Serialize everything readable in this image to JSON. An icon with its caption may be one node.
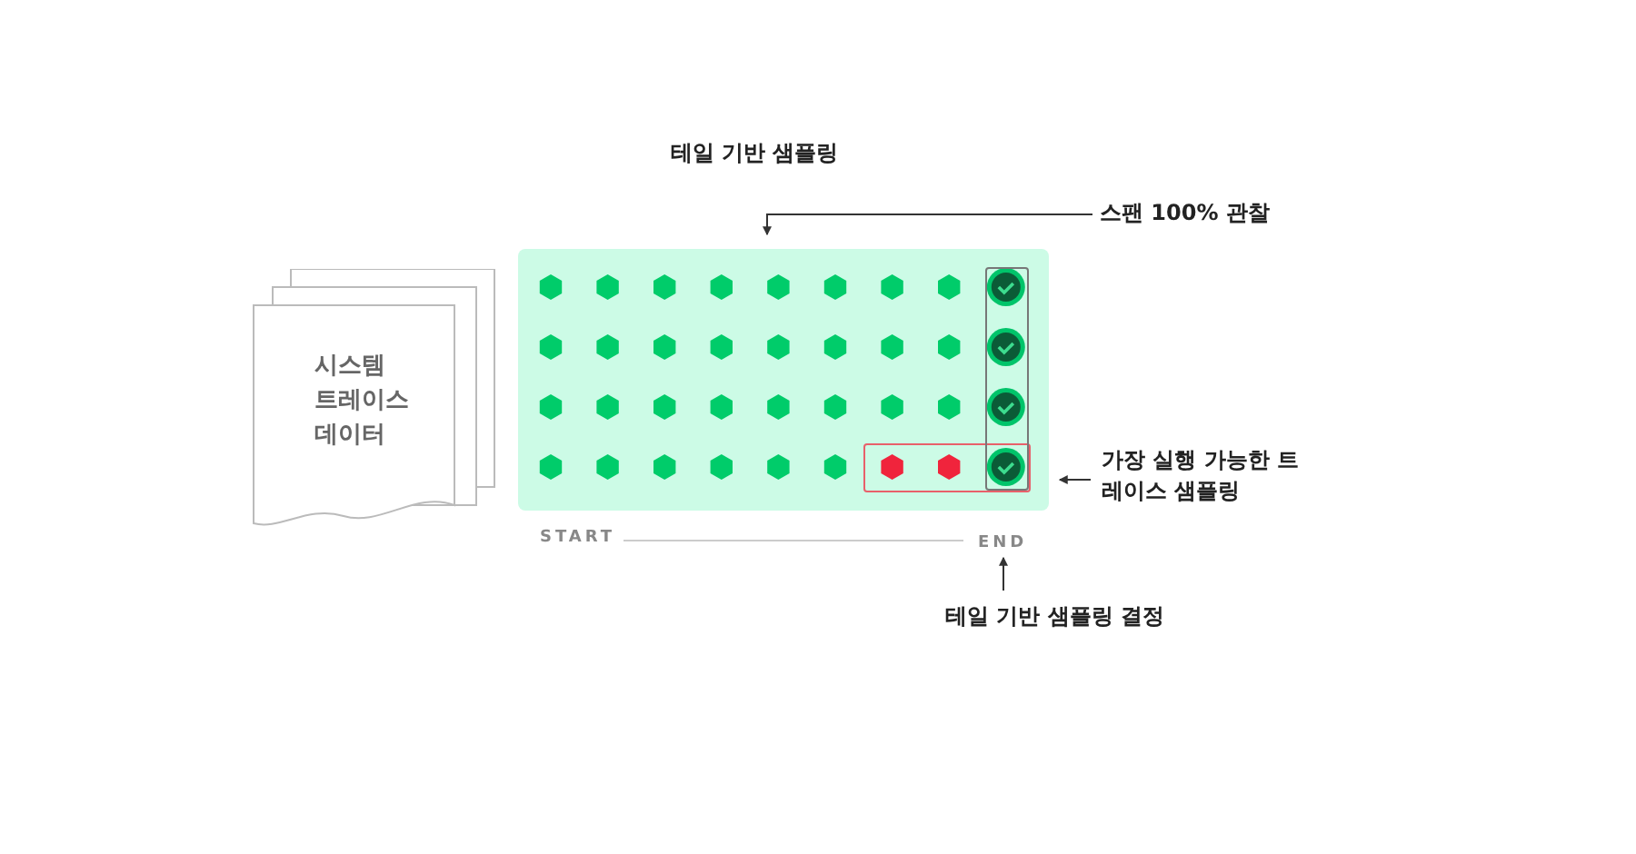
{
  "diagram": {
    "title": "테일 기반 샘플링",
    "nodes": [
      {
        "text": [
          "시스템 트레이스 데이터"
        ]
      },
      {
        "text": [],
        "shape": "box"
      },
      {
        "text": [],
        "shape": "box",
        "in": 1
      },
      {
        "text": [],
        "shape": "box",
        "in": 1
      },
      {
        "text": [
          "스팬 100% 관찰"
        ]
      },
      {
        "text": [
          "가장 실행 가능한 트레이스 샘플링"
        ]
      },
      {
        "text": [
          "END"
        ]
      },
      {
        "text": [
          "테일 기반 샘플링 결정"
        ]
      }
    ],
    "edges": [
      {
        "from": 4,
        "to": 1,
        "arrow": "to"
      },
      {
        "from": 5,
        "to": 3,
        "arrow": "to"
      },
      {
        "from": 7,
        "to": 6,
        "arrow": "to"
      }
    ],
    "labels": [
      "START"
    ]
  }
}
